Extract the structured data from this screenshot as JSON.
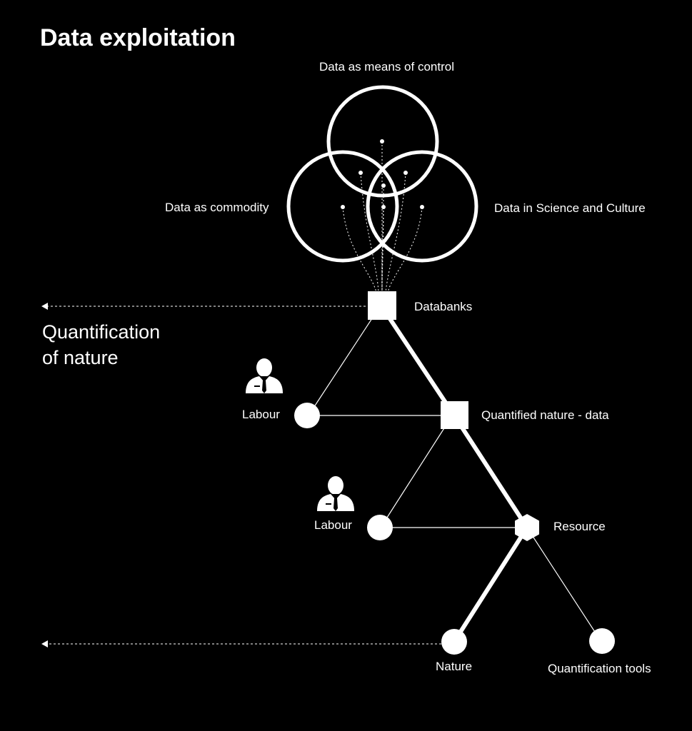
{
  "title": "Data exploitation",
  "colors": {
    "background": "#000000",
    "foreground": "#ffffff"
  },
  "circles": {
    "top": "Data as means of control",
    "left": "Data as commodity",
    "right": "Data in Science and Culture"
  },
  "nodes": {
    "databanks": "Databanks",
    "quantified": "Quantified nature - data",
    "labour_upper": "Labour",
    "labour_lower": "Labour",
    "resource": "Resource",
    "nature": "Nature",
    "tools": "Quantification tools"
  },
  "side_label": {
    "line1": "Quantification",
    "line2": "of nature"
  },
  "icons": {
    "labour_person": "person-with-tie-icon",
    "data_point": "dot-icon",
    "arrow": "arrow-left-icon"
  }
}
